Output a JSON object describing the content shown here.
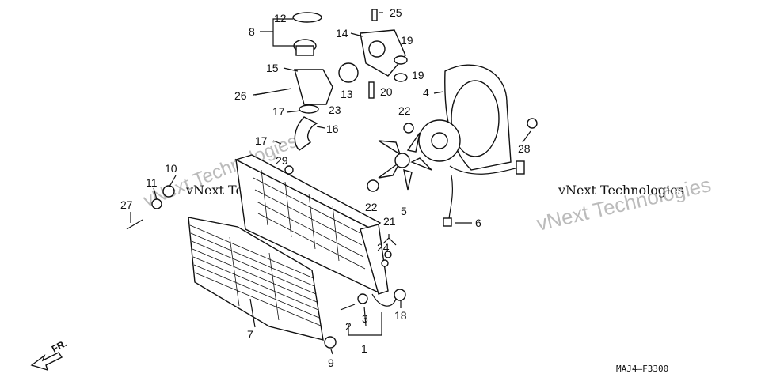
{
  "diagram": {
    "callouts": [
      "1",
      "2",
      "3",
      "4",
      "5",
      "6",
      "7",
      "8",
      "9",
      "10",
      "11",
      "12",
      "13",
      "14",
      "15",
      "16",
      "17",
      "17",
      "18",
      "19",
      "19",
      "20",
      "21",
      "22",
      "22",
      "23",
      "24",
      "25",
      "26",
      "27",
      "28",
      "29"
    ],
    "watermark_line1": "vNext Technologies",
    "watermark_line2": "vNext Technologies",
    "watermark_big": "vNext Technologies",
    "code": "MAJ4–F3300",
    "direction_label": "FR."
  }
}
